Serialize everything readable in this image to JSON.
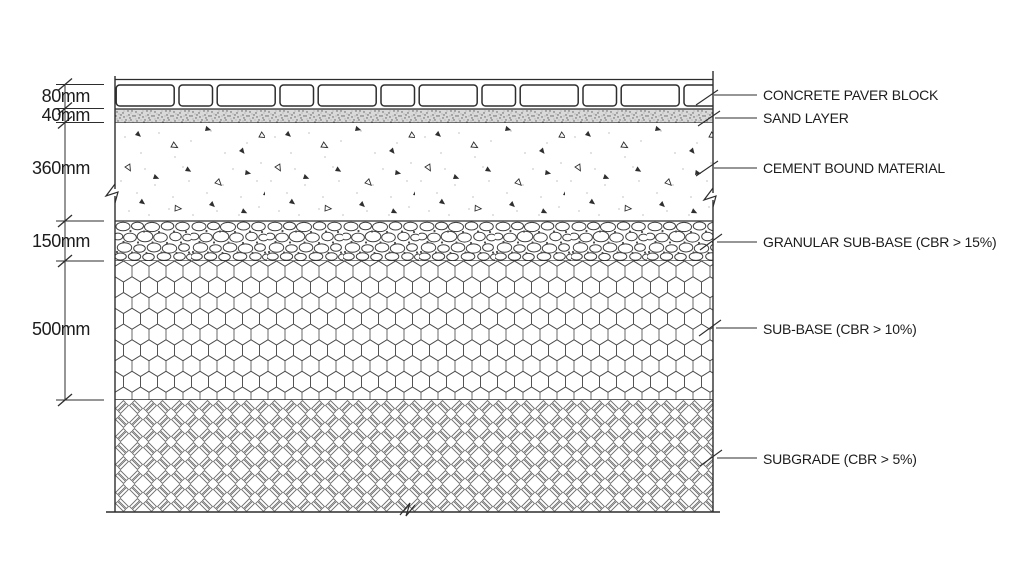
{
  "drawing": {
    "layers": [
      {
        "label": "CONCRETE PAVER BLOCK",
        "thickness": "80mm"
      },
      {
        "label": "SAND LAYER",
        "thickness": "40mm"
      },
      {
        "label": "CEMENT BOUND MATERIAL",
        "thickness": "360mm"
      },
      {
        "label": "GRANULAR SUB-BASE (CBR > 15%)",
        "thickness": "150mm"
      },
      {
        "label": "SUB-BASE (CBR > 10%)",
        "thickness": "500mm"
      },
      {
        "label": "SUBGRADE (CBR > 5%)",
        "thickness": ""
      }
    ],
    "colors": {
      "line": "#2d2d2d",
      "text": "#1c1c1c",
      "background": "#ffffff",
      "sand_fill": "#d9d9d9"
    }
  }
}
